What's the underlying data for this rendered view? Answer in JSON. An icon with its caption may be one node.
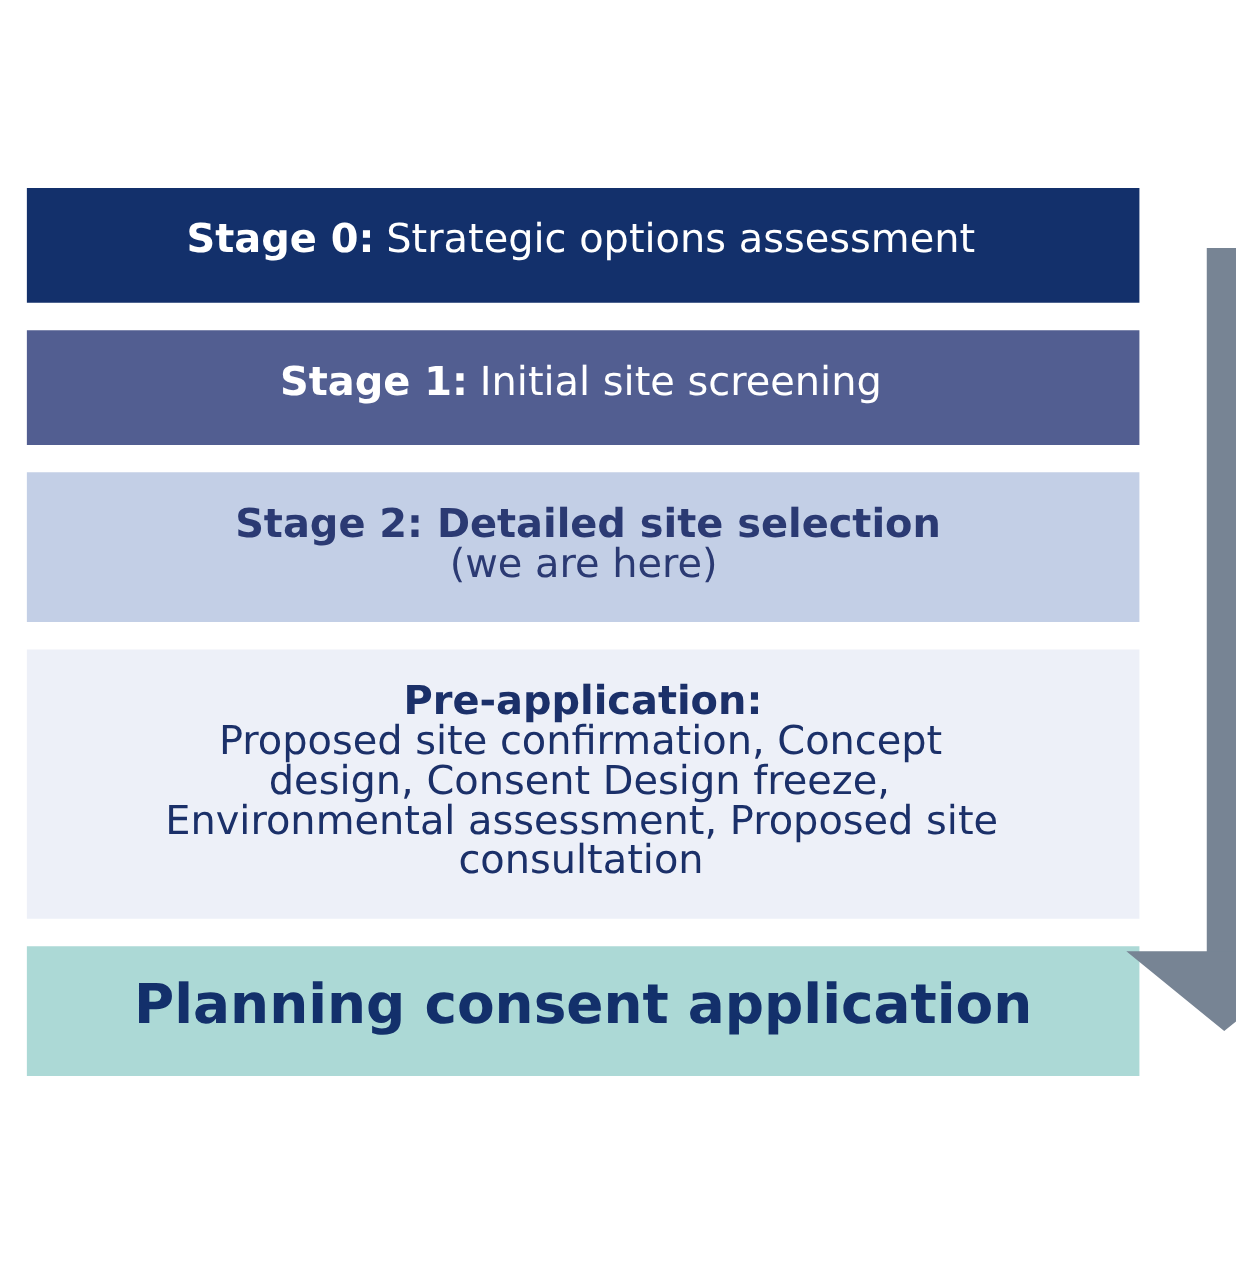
{
  "diagram": {
    "nodes": [
      {
        "text": [
          "**Stage 0:** Strategic options assessment"
        ]
      },
      {
        "text": [
          "**Stage 1:** Initial site screening"
        ]
      },
      {
        "text": [
          "Stage 2: Detailed site selection",
          "(we are here)"
        ]
      },
      {
        "text": [
          "Pre-application:",
          "Proposed site confirmation, Concept design, Consent Design freeze, Environmental assessment, Proposed site consultation"
        ]
      },
      {
        "text": [
          "Planning consent application"
        ]
      }
    ]
  }
}
